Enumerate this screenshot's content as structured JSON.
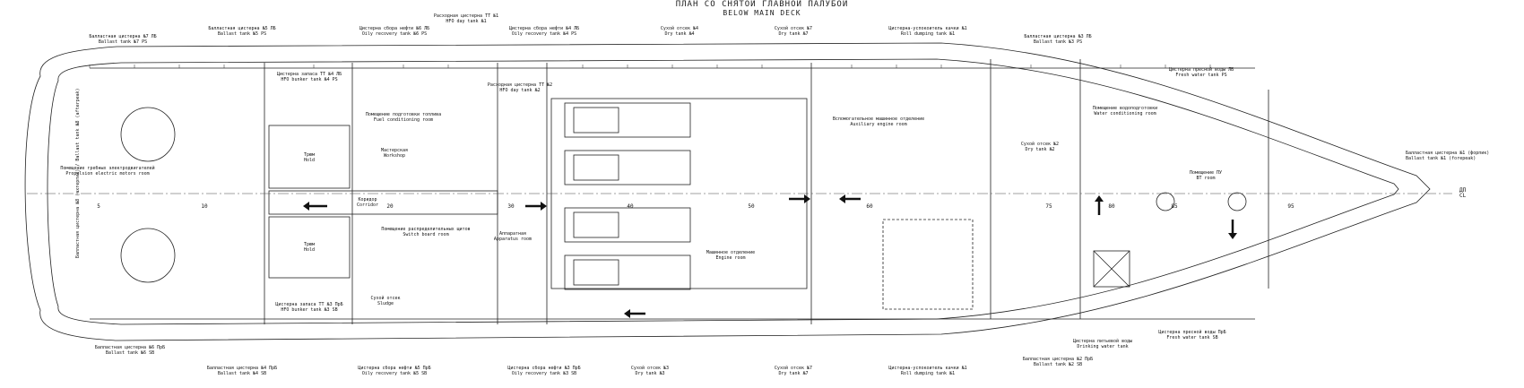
{
  "title": {
    "ru": "ПЛАН СО СНЯТОЙ ГЛАВНОЙ ПАЛУБОЙ",
    "en": "BELOW MAIN DECK"
  },
  "frame_numbers": [
    "5",
    "10",
    "20",
    "30",
    "40",
    "50",
    "60",
    "75",
    "80",
    "85",
    "95"
  ],
  "centerline": {
    "ru": "ДП",
    "en": "CL"
  },
  "top_labels": [
    {
      "ru": "Балластная цистерна №7 ЛБ",
      "en": "Ballast tank №7 PS"
    },
    {
      "ru": "Балластная цистерна №5 ЛБ",
      "en": "Ballast tank №5 PS"
    },
    {
      "ru": "Расходная цистерна ТТ №1",
      "en": "HFO day tank №1"
    },
    {
      "ru": "Цистерна сбора нефти №6 ЛБ",
      "en": "Oily recovery tank №6 PS"
    },
    {
      "ru": "Цистерна сбора нефти №4 ЛБ",
      "en": "Oily recovery tank №4 PS"
    },
    {
      "ru": "Сухой отсек №4",
      "en": "Dry tank №4"
    },
    {
      "ru": "Сухой отсек №7",
      "en": "Dry tank №7"
    },
    {
      "ru": "Цистерна-успокоитель качки №1",
      "en": "Roll dumping tank №1"
    },
    {
      "ru": "Балластная цистерна №3 ЛБ",
      "en": "Ballast tank №3 PS"
    },
    {
      "ru": "Цистерна пресной воды ЛБ",
      "en": "Fresh water tank PS"
    }
  ],
  "bottom_labels": [
    {
      "ru": "Балластная цистерна №6 ПрБ",
      "en": "Ballast tank №6 SB"
    },
    {
      "ru": "Балластная цистерна №4 ПрБ",
      "en": "Ballast tank №4 SB"
    },
    {
      "ru": "Цистерна сбора нефти №5 ПрБ",
      "en": "Oily recovery tank №5 SB"
    },
    {
      "ru": "Цистерна сбора нефти №3 ПрБ",
      "en": "Oily recovery tank №3 SB"
    },
    {
      "ru": "Сухой отсек №3",
      "en": "Dry tank №3"
    },
    {
      "ru": "Сухой отсек №7",
      "en": "Dry tank №7"
    },
    {
      "ru": "Цистерна-успокоитель качки №1",
      "en": "Roll dumping tank №1"
    },
    {
      "ru": "Балластная цистерна №2 ПрБ",
      "en": "Ballast tank №2 SB"
    },
    {
      "ru": "Цистерна пресной воды ПрБ",
      "en": "Fresh water tank SB"
    },
    {
      "ru": "Цистерна питьевой воды",
      "en": "Drinking water tank"
    }
  ],
  "rooms": {
    "propulsion": {
      "ru": "Помещение гребных электродвигателей",
      "en": "Propulsion electric motors room"
    },
    "hold_upper": {
      "ru": "Трюм",
      "en": "Hold"
    },
    "hold_lower": {
      "ru": "Трюм",
      "en": "Hold"
    },
    "corridor": {
      "ru": "Коридор",
      "en": "Corridor"
    },
    "hfo_bunker_ps": {
      "ru": "Цистерна запаса ТТ №4 ЛБ",
      "en": "HFO bunker tank №4 PS"
    },
    "hfo_bunker_sb": {
      "ru": "Цистерна запаса ТТ №3 ПрБ",
      "en": "HFO bunker tank №3 SB"
    },
    "fuel_cond": {
      "ru": "Помещение подготовки топлива",
      "en": "Fuel conditioning room"
    },
    "workshop": {
      "ru": "Мастерская",
      "en": "Workshop"
    },
    "hfo_day2": {
      "ru": "Расходная цистерна ТТ №2",
      "en": "HFO day tank №2"
    },
    "switchboard": {
      "ru": "Помещение распределительных щитов",
      "en": "Switch board room"
    },
    "apparatus": {
      "ru": "Аппаратная",
      "en": "Apparatus room"
    },
    "sludge": {
      "ru": "Сухой отсек",
      "en": "Sludge"
    },
    "engine": {
      "ru": "Машинное отделение",
      "en": "Engine room"
    },
    "aux_engine": {
      "ru": "Вспомогательное машинное отделение",
      "en": "Auxiliary engine room"
    },
    "dry2": {
      "ru": "Сухой отсек №2",
      "en": "Dry tank №2"
    },
    "water_cond": {
      "ru": "Помещение водоподготовки",
      "en": "Water conditioning room"
    },
    "bt_room": {
      "ru": "Помещение ПУ",
      "en": "BT room"
    },
    "forepeak": {
      "ru": "Балластная цистерна №1 (форпик)",
      "en": "Ballast tank №1 (forepeak)"
    },
    "ballast8": {
      "ru": "Балластная цистерна №8 (ахтерпик)",
      "en": "Ballast tank №8 (afterpeak)"
    }
  }
}
